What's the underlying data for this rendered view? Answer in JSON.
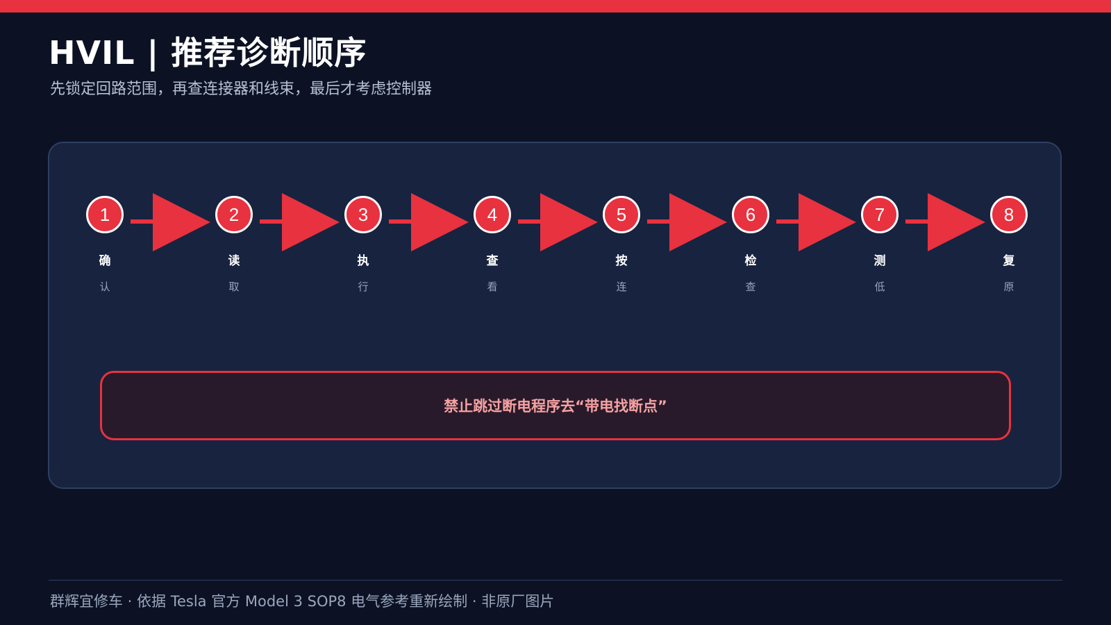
{
  "header": {
    "title": "HVIL | 推荐诊断顺序",
    "subtitle": "先锁定回路范围，再查连接器和线束，最后才考虑控制器"
  },
  "steps": [
    {
      "number": "1",
      "label": "确",
      "sub": "认"
    },
    {
      "number": "2",
      "label": "读",
      "sub": "取"
    },
    {
      "number": "3",
      "label": "执",
      "sub": "行"
    },
    {
      "number": "4",
      "label": "查",
      "sub": "看"
    },
    {
      "number": "5",
      "label": "按",
      "sub": "连"
    },
    {
      "number": "6",
      "label": "检",
      "sub": "查"
    },
    {
      "number": "7",
      "label": "测",
      "sub": "低"
    },
    {
      "number": "8",
      "label": "复",
      "sub": "原"
    }
  ],
  "warning": {
    "text": "禁止跳过断电程序去“带电找断点”"
  },
  "footer": {
    "text": "群辉宜修车 · 依据 Tesla 官方 Model 3 SOP8 电气参考重新绘制 · 非原厂图片"
  },
  "colors": {
    "accent": "#e8323f",
    "background": "#0c1224",
    "panel": "#18233f",
    "warning_text": "#f6a2a2"
  }
}
